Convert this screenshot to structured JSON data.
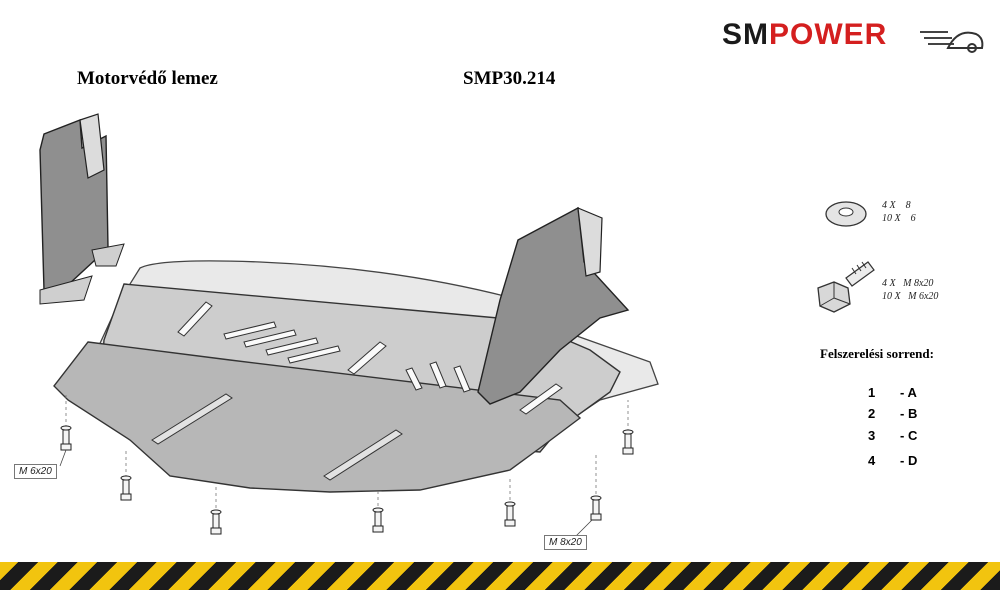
{
  "brand": {
    "sm": "SM",
    "power": "POWER"
  },
  "title": {
    "left": "Motorvédő lemez",
    "right": "SMP30.214"
  },
  "hardware": {
    "washer": {
      "lines": [
        "4 X    8",
        "10 X    6"
      ]
    },
    "bolt": {
      "lines": [
        "4 X   M 8x20",
        "10 X   M 6x20"
      ]
    }
  },
  "sequence": {
    "title": "Felszerelési sorrend:",
    "steps": [
      {
        "num": "1",
        "letter": "- A"
      },
      {
        "num": "2",
        "letter": "- B"
      },
      {
        "num": "3",
        "letter": "- C"
      },
      {
        "num": "4",
        "letter": "- D"
      }
    ]
  },
  "labels": {
    "small_bolt": "M 6x20",
    "large_bolt": "M 8x20"
  },
  "colors": {
    "accent": "#d41f1f",
    "hazard_yellow": "#f2c40f",
    "hazard_black": "#1b1b1b"
  }
}
